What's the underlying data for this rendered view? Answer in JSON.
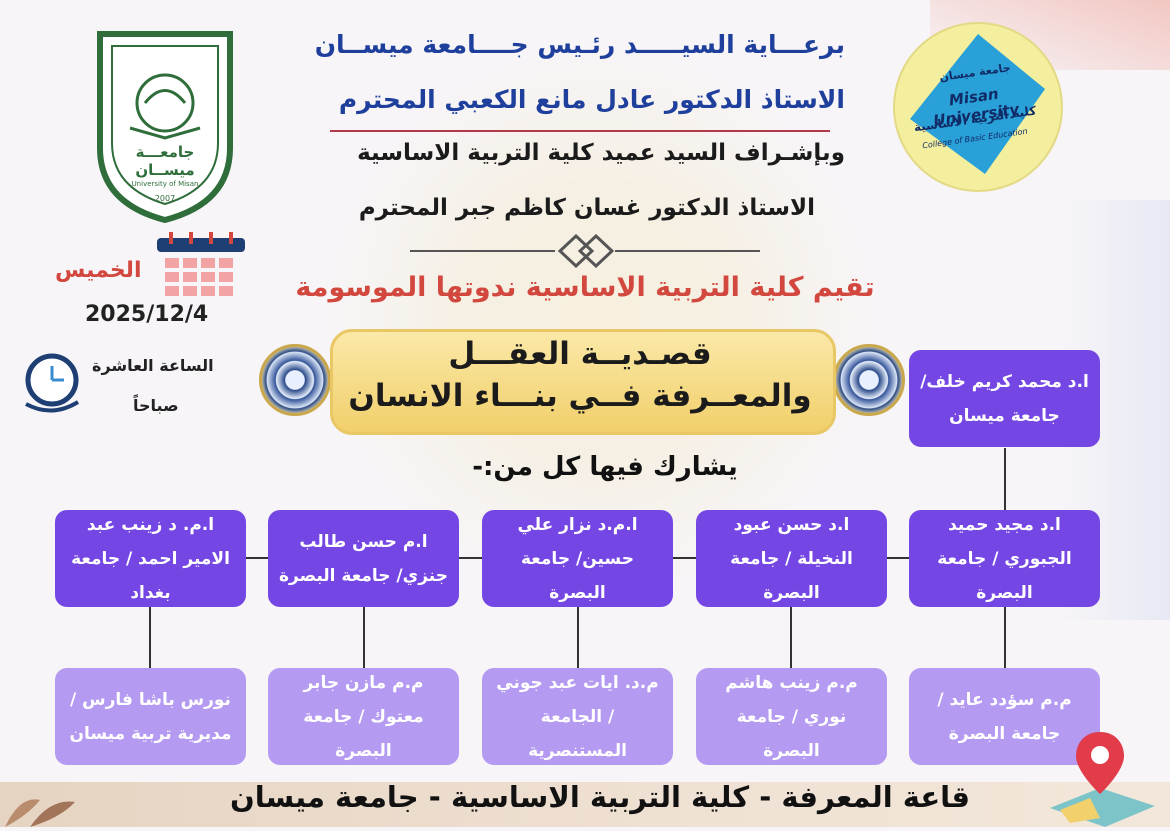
{
  "header": {
    "line1": "برعـــاية السيـــــد رئـيس جــــامعة ميســان",
    "line2": "الاستاذ الدكتور عادل مانع الكعبي المحترم",
    "line3": "وبإشـراف السيد عميد كلية التربية الاساسية",
    "line4": "الاستاذ الدكتور غسان كاظم جبر المحترم"
  },
  "invite": "تقيم كلية التربية الاساسية ندوتها الموسومة",
  "schedule": {
    "day": "الخميس",
    "date": "2025/12/4",
    "time_line1": "الساعة العاشرة",
    "time_line2": "صباحاً"
  },
  "logos": {
    "university": {
      "line1": "جامعـــة",
      "line2": "ميســان",
      "line3": "University of Misan",
      "year": "2007"
    },
    "college": {
      "line1": "جامعة ميسان",
      "line2": "Misan University",
      "line3": "كلية التربية الاساسية",
      "line4": "College of Basic Education"
    }
  },
  "title": {
    "line1": "قصـديــة العقـــل",
    "line2": "والمعــرفة فــي بنـــاء الانسان"
  },
  "participants_label": "يشارك فيها كل من:-",
  "chair": "ا.د محمد كريم خلف/ جامعة ميسان",
  "row1": [
    "ا.د مجيد حميد الجبوري / جامعة البصرة",
    "ا.د حسن عبود النخيلة / جامعة البصرة",
    "ا.م.د نزار علي حسين/ جامعة البصرة",
    "ا.م حسن طالب جنزي/ جامعة البصرة",
    "ا.م. د زينب عبد الامير احمد / جامعة بغداد"
  ],
  "row2": [
    "م.م سؤدد عايد / جامعة البصرة",
    "م.م زينب هاشم نوري / جامعة البصرة",
    "م.د. ايات عبد جوني / الجامعة المستنصرية",
    "م.م مازن جابر معتوك / جامعة البصرة",
    "نورس باشا فارس / مديرية تربية ميسان"
  ],
  "footer": "قاعة المعرفة - كلية التربية الاساسية - جامعة ميسان",
  "colors": {
    "card_dark": "#7446e4",
    "card_light": "#b59af2",
    "header_blue": "#1e3f9c",
    "accent_red": "#d2483e"
  },
  "icons": [
    "calendar-icon",
    "clock-icon",
    "location-pin-icon",
    "ornament-icon"
  ]
}
